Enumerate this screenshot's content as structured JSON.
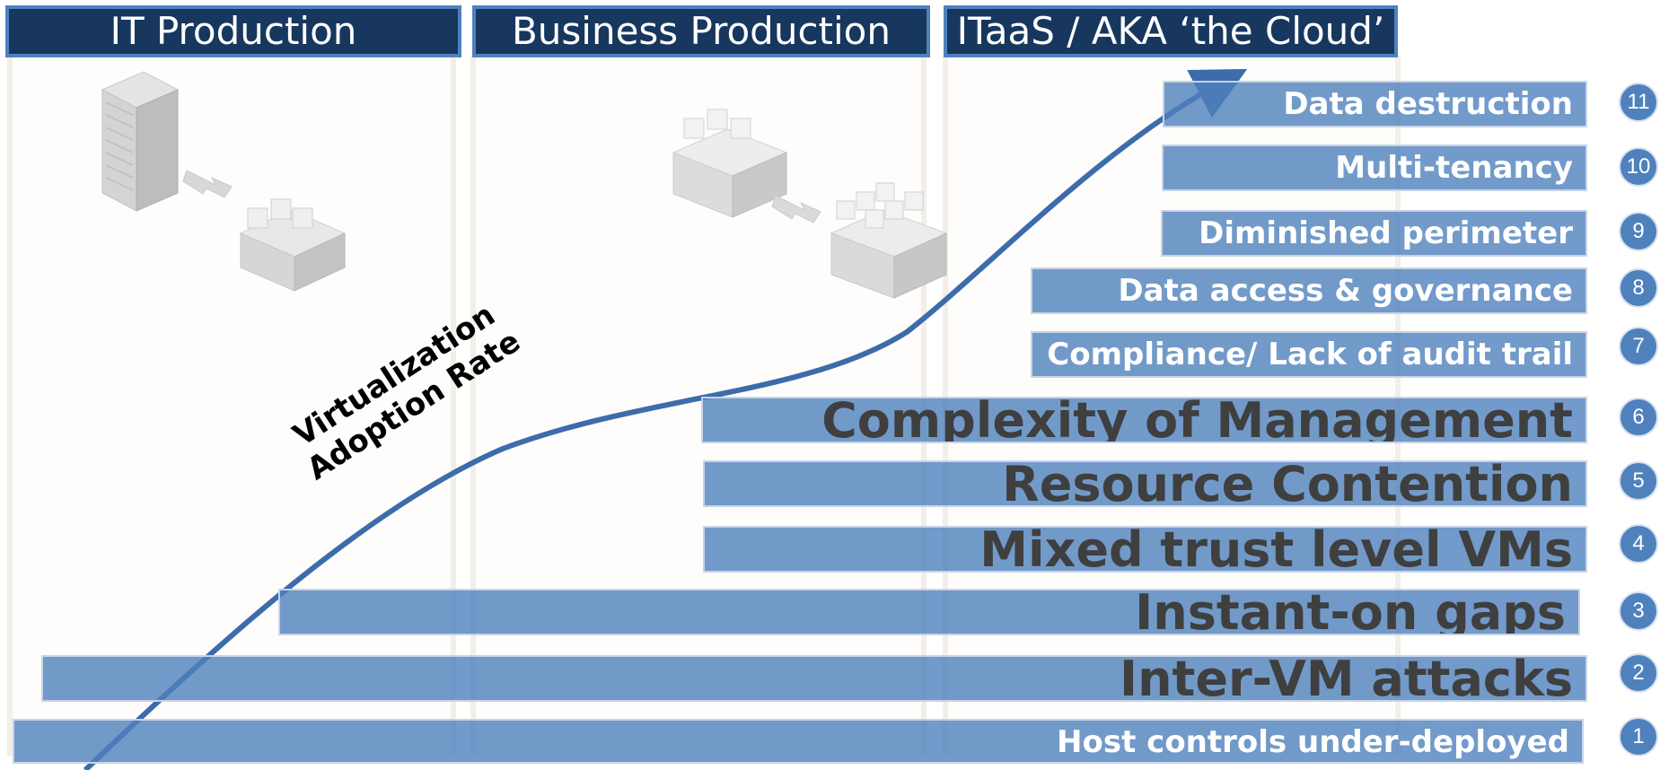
{
  "columns": [
    {
      "title": "IT Production"
    },
    {
      "title": "Business Production"
    },
    {
      "title": "ITaaS / AKA ‘the Cloud’"
    }
  ],
  "curve_label": {
    "line1": "Virtualization",
    "line2": "Adoption Rate"
  },
  "risks": [
    {
      "number": "11",
      "label": "Data destruction"
    },
    {
      "number": "10",
      "label": "Multi-tenancy"
    },
    {
      "number": "9",
      "label": "Diminished perimeter"
    },
    {
      "number": "8",
      "label": "Data access & governance"
    },
    {
      "number": "7",
      "label": "Compliance/ Lack of audit trail"
    },
    {
      "number": "6",
      "label": "Complexity of Management"
    },
    {
      "number": "5",
      "label": "Resource Contention"
    },
    {
      "number": "4",
      "label": "Mixed trust level VMs"
    },
    {
      "number": "3",
      "label": "Instant-on gaps"
    },
    {
      "number": "2",
      "label": "Inter-VM attacks"
    },
    {
      "number": "1",
      "label": "Host controls under-deployed"
    }
  ],
  "colors": {
    "header_bg": "#17375e",
    "header_border": "#4f81bd",
    "bar_fill": "#4f81bd",
    "curve": "#3d6cab",
    "large_text": "#3f3f3f"
  },
  "illustration_names": [
    "server-rack-icon",
    "arrow-right-icon",
    "vm-host-icon"
  ]
}
